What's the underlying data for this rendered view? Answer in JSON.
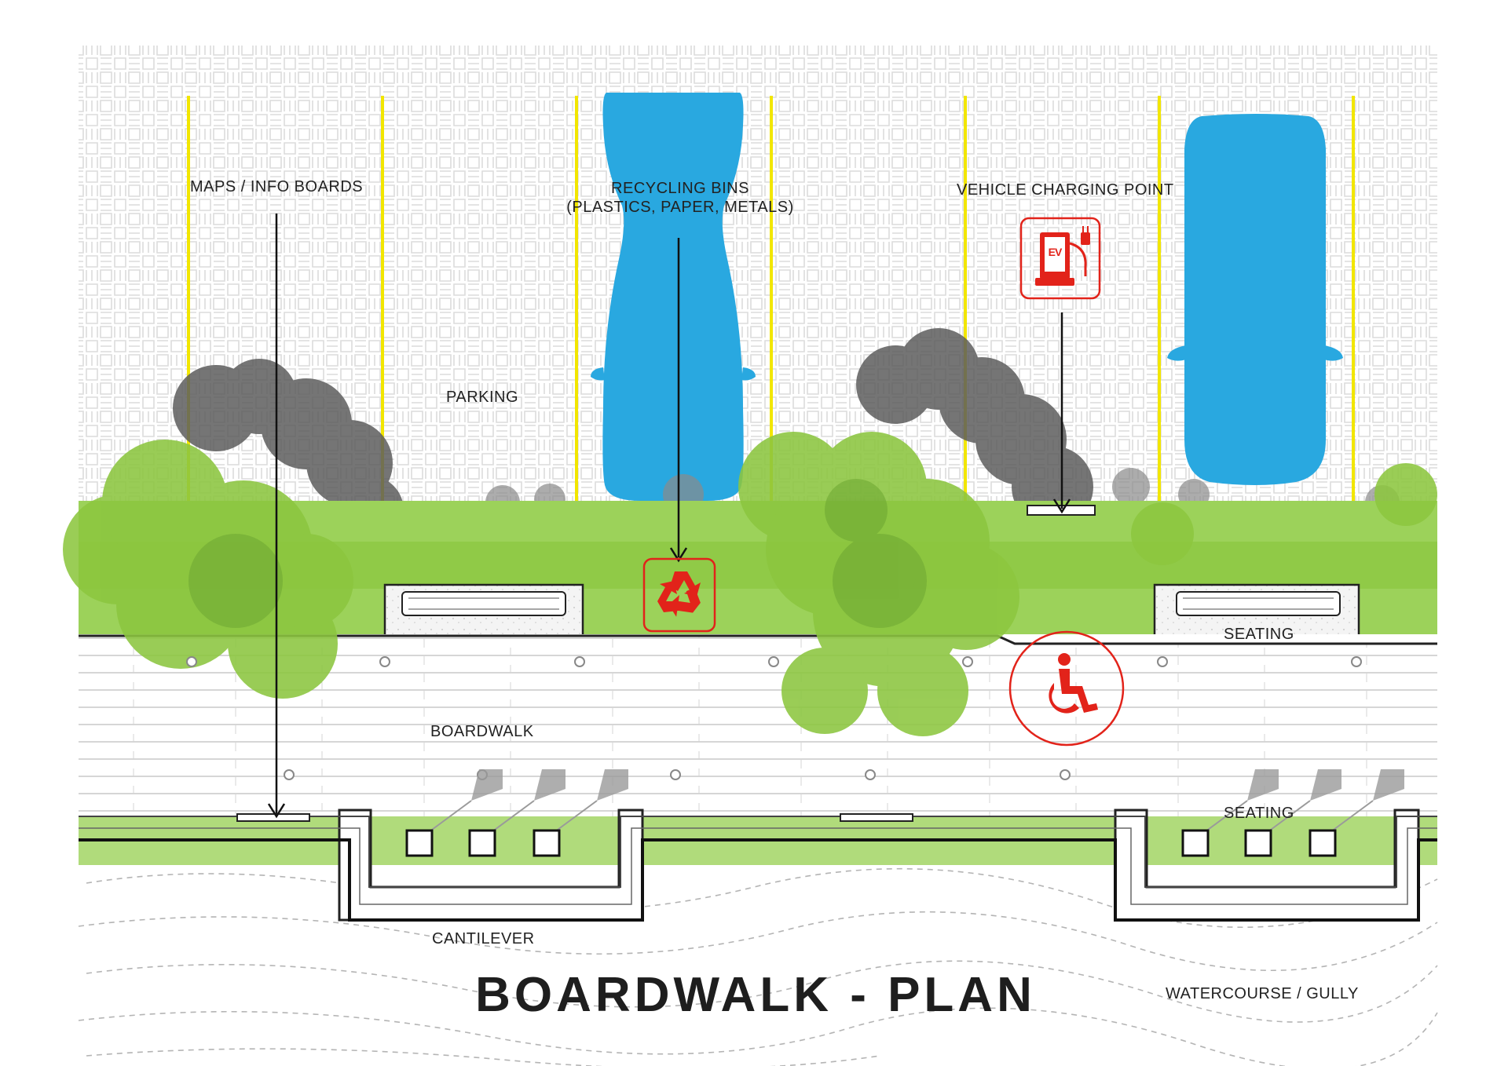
{
  "title": "BOARDWALK - PLAN",
  "labels": {
    "maps": "MAPS / INFO BOARDS",
    "recycling_line1": "RECYCLING BINS",
    "recycling_line2": "(PLASTICS, PAPER, METALS)",
    "charging": "VEHICLE CHARGING POINT",
    "parking": "PARKING",
    "seating_top": "SEATING",
    "boardwalk": "BOARDWALK",
    "seating_bottom": "SEATING",
    "cantilever": "CANTILEVER",
    "watercourse": "WATERCOURSE / GULLY"
  },
  "icons": {
    "ev_letters": "EV",
    "recycle": "recycle-icon",
    "accessibility": "wheelchair-icon"
  },
  "colors": {
    "vehicle": "#29a8e0",
    "parking_lines": "#f2e600",
    "vegetation": "#8cc63f",
    "vegetation_dark": "#6a9a2e",
    "shrub_grey": "#6b6b6b",
    "symbol_red": "#e2231a",
    "paving": "#e9e9e9",
    "decking_lines": "#bdbdbd"
  }
}
